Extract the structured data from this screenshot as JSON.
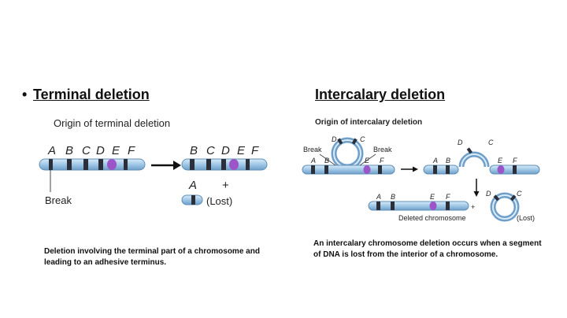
{
  "terminal": {
    "bullet": "•",
    "heading": "Terminal deletion",
    "subtitle": "Origin of terminal deletion",
    "genes_before": [
      "A",
      "B",
      "C",
      "D",
      "E",
      "F"
    ],
    "genes_after": [
      "B",
      "C",
      "D",
      "E",
      "F"
    ],
    "fragment_gene": "A",
    "plus": "+",
    "break_label": "Break",
    "lost_label": "(Lost)",
    "description": "Deletion involving the terminal part of a chromosome and leading to an adhesive terminus."
  },
  "intercalary": {
    "heading": "Intercalary deletion",
    "subtitle": "Origin of intercalary deletion",
    "genes_left": [
      "A",
      "B"
    ],
    "loop_genes": [
      "D",
      "C"
    ],
    "genes_right": [
      "E",
      "F"
    ],
    "break_left": "Break",
    "break_right": "Break",
    "deleted_chromosome_label": "Deleted chromosome",
    "plus": "+",
    "lost_label": "(Lost)",
    "description": "An intercalary chromosome deletion occurs when a segment of DNA is lost from the interior of a chromosome."
  },
  "colors": {
    "chromosome": "#a9cde8",
    "chromosome_edge": "#5f8fb8",
    "band": "#2b2f3a",
    "centromere": "#9b55c9"
  }
}
